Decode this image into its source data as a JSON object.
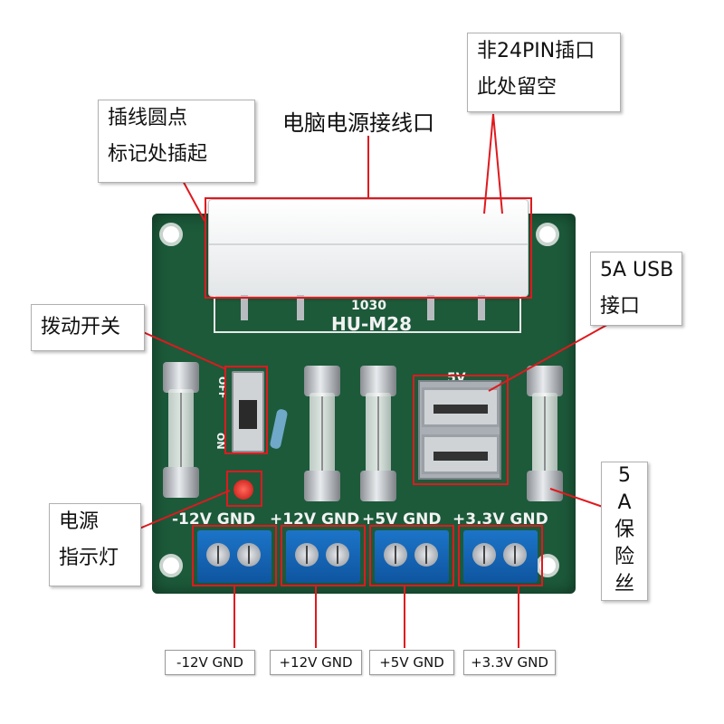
{
  "labels": {
    "title": "电脑电源接线口",
    "no24pin_line1": "非24PIN插口",
    "no24pin_line2": "此处留空",
    "dot_line1": "插线圆点",
    "dot_line2": "标记处插起",
    "switch": "拨动开关",
    "usb_line1": "5A USB",
    "usb_line2": "接口",
    "power_line1": "电源",
    "power_line2": "指示灯",
    "fuse_chars": [
      "5",
      "A",
      "保",
      "险",
      "丝"
    ]
  },
  "board": {
    "code": "1030",
    "model": "HU-M28",
    "switch_off": "OFF",
    "switch_on": "ON",
    "usb_silk": "5V",
    "rail_m12": "-12V GND",
    "rail_p12": "+12V GND",
    "rail_p5": "+5V GND",
    "rail_p33": "+3.3V GND"
  },
  "bottom_tags": [
    "-12V GND",
    "+12V GND",
    "+5V GND",
    "+3.3V GND"
  ],
  "colors": {
    "pcb": "#1c5a3a",
    "callout_line": "#e0191e",
    "terminal": "#1566b7"
  }
}
